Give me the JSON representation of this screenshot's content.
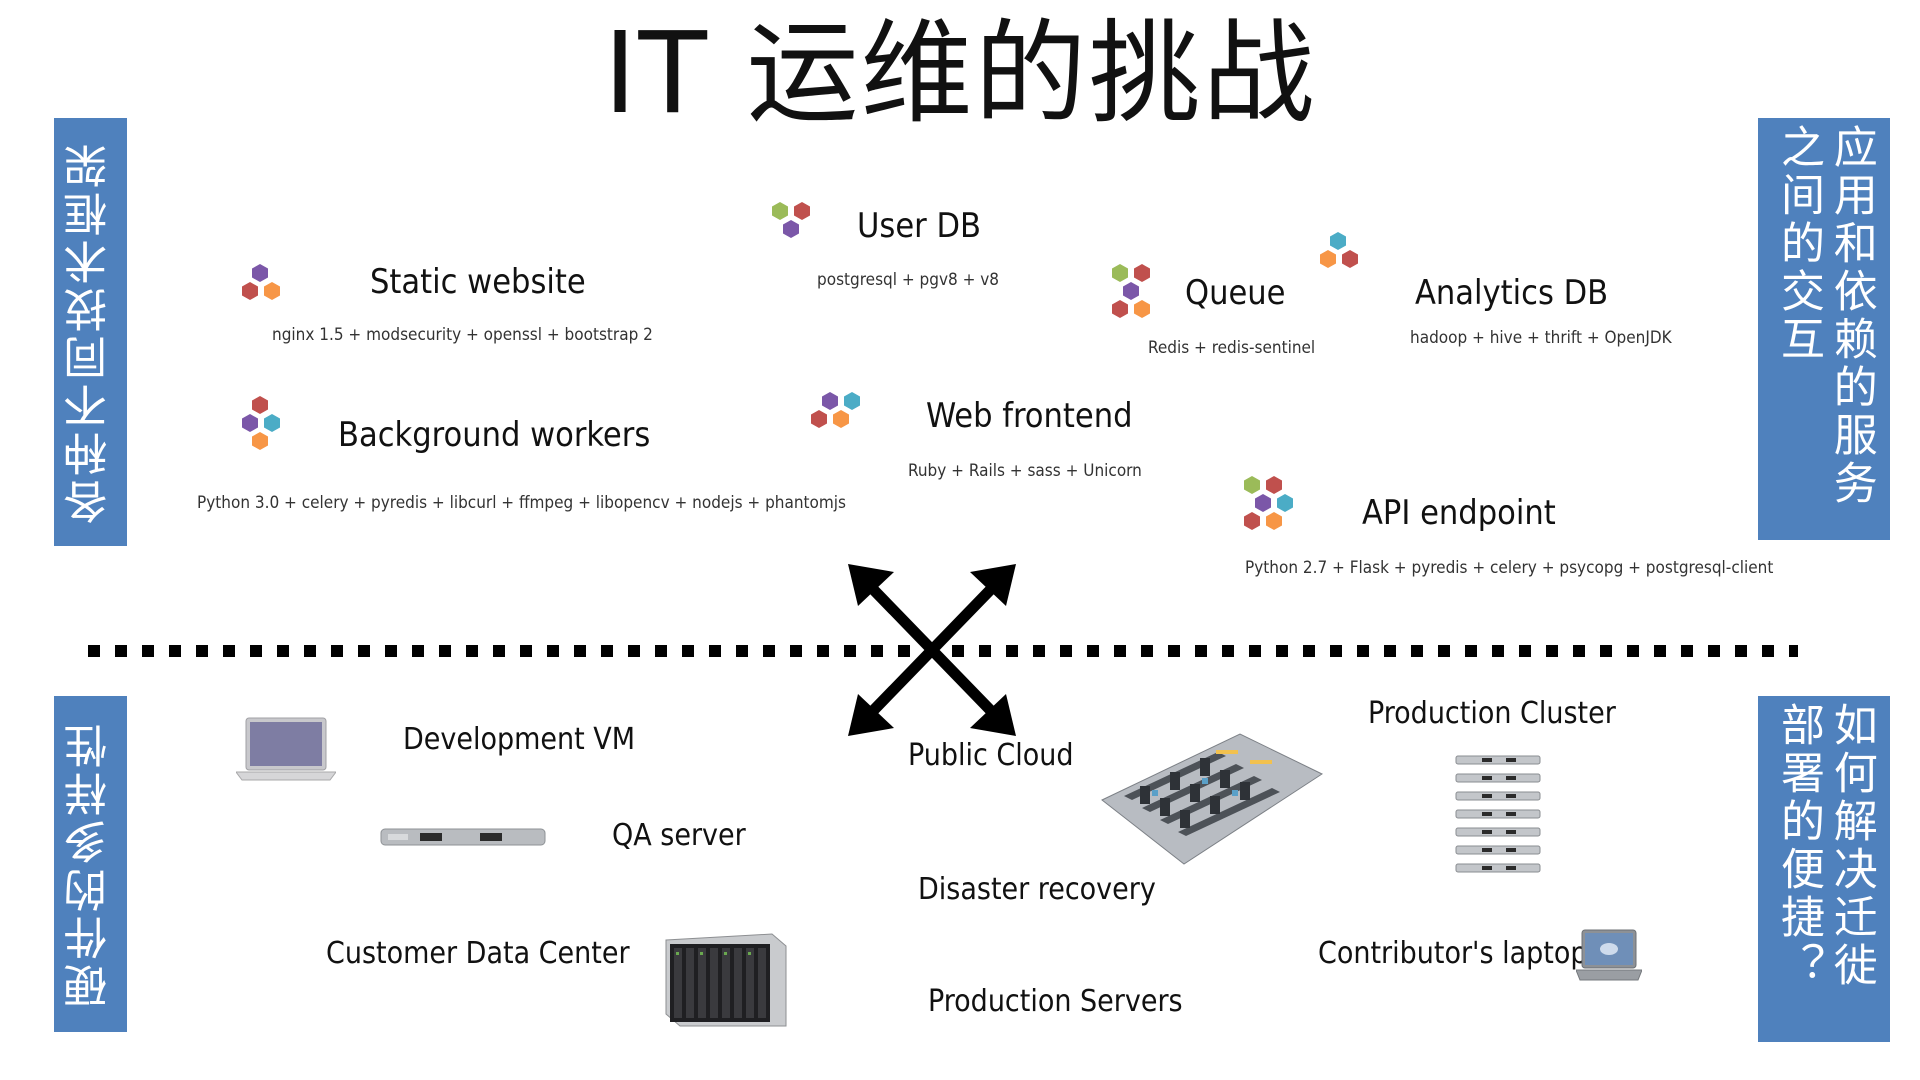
{
  "title": "IT 运维的挑战",
  "side_labels": {
    "top_left": "各种不同技术框架",
    "bottom_left": "硬件的多样性",
    "top_right": "应用和依赖的服务之间的交互",
    "bottom_right": "如何解决迁徙部署的便捷？"
  },
  "colors": {
    "side_panel": "#4f81bd",
    "hex_purple": "#7b57a8",
    "hex_red": "#c0504d",
    "hex_orange": "#f79646",
    "hex_green": "#9bbb59",
    "hex_blue": "#4bacc6"
  },
  "services": [
    {
      "name": "Static website",
      "stack": "nginx 1.5 + modsecurity + openssl + bootstrap 2"
    },
    {
      "name": "User DB",
      "stack": "postgresql + pgv8 + v8"
    },
    {
      "name": "Queue",
      "stack": "Redis + redis-sentinel"
    },
    {
      "name": "Analytics DB",
      "stack": "hadoop + hive + thrift + OpenJDK"
    },
    {
      "name": "Background workers",
      "stack": "Python 3.0 + celery + pyredis + libcurl + ffmpeg + libopencv + nodejs + phantomjs"
    },
    {
      "name": "Web frontend",
      "stack": "Ruby + Rails + sass + Unicorn"
    },
    {
      "name": "API endpoint",
      "stack": "Python 2.7 + Flask + pyredis + celery + psycopg + postgresql-client"
    }
  ],
  "hardware": [
    {
      "label": "Development VM",
      "icon": "laptop-icon"
    },
    {
      "label": "QA server",
      "icon": "rack-server-icon"
    },
    {
      "label": "Customer Data Center",
      "icon": "blade-server-icon"
    },
    {
      "label": "Public Cloud",
      "icon": "datacenter-icon"
    },
    {
      "label": "Disaster recovery",
      "icon": ""
    },
    {
      "label": "Production Servers",
      "icon": ""
    },
    {
      "label": "Production Cluster",
      "icon": "server-stack-icon"
    },
    {
      "label": "Contributor's laptop",
      "icon": "laptop-icon"
    }
  ]
}
